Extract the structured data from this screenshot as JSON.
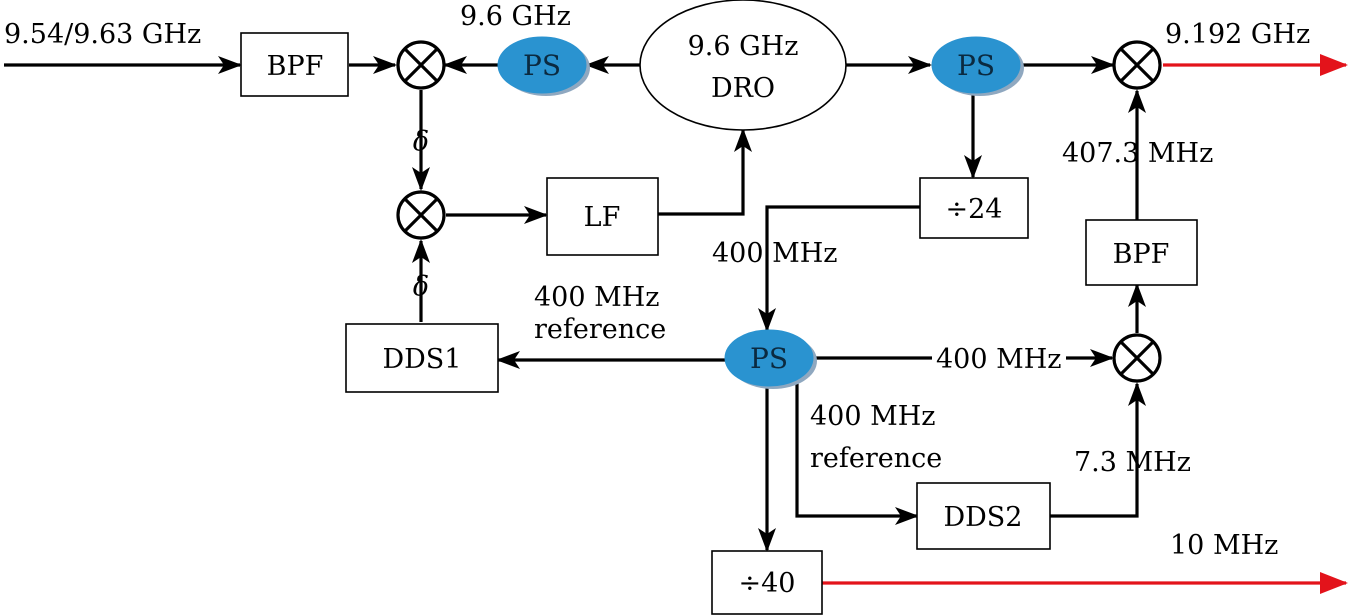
{
  "labels": {
    "input_freq": "9.54/9.63 GHz",
    "ps_in_freq": "9.6 GHz",
    "output_freq": "9.192 GHz",
    "mhz_407": "407.3 MHz",
    "delta_top": "δ",
    "delta_bottom": "δ",
    "mhz_400_div": "400 MHz",
    "ref_left_1": "400 MHz",
    "ref_left_2": "reference",
    "mhz_400_mid": "400 MHz",
    "ref_right_1": "400 MHz",
    "ref_right_2": "reference",
    "mhz_7_3": "7.3 MHz",
    "mhz_10": "10 MHz"
  },
  "blocks": {
    "bpf_left": "BPF",
    "dro_line1": "9.6 GHz",
    "dro_line2": "DRO",
    "lf": "LF",
    "div24": "÷24",
    "bpf_right": "BPF",
    "dds1": "DDS1",
    "dds2": "DDS2",
    "div40": "÷40",
    "ps": "PS"
  },
  "colors": {
    "power_splitter": "#2a93d0",
    "output_signal": "#e3131b"
  }
}
